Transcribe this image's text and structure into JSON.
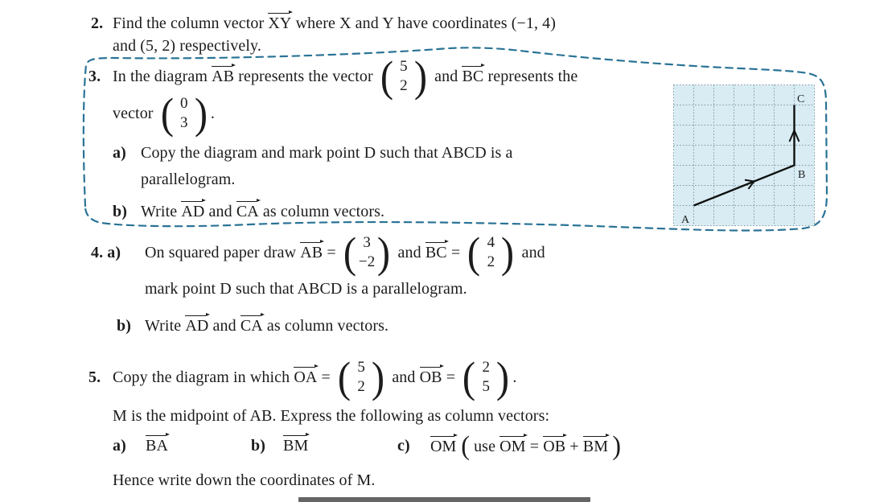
{
  "colors": {
    "dashed_loop": "#2a7396",
    "grid_bg": "#d9ecf4",
    "grid_line": "#7f9aa6",
    "ink": "#1c1c1c",
    "diagram_line": "#111111"
  },
  "p2": {
    "num": "2.",
    "l1_pre": "Find the column vector ",
    "vec_xy": "XY",
    "l1_post": " where X and Y have coordinates (−1, 4)",
    "l2": "and (5, 2) respectively."
  },
  "p3": {
    "num": "3.",
    "l1_pre": "In the diagram ",
    "vec_ab": "AB",
    "l1_mid": " represents the vector ",
    "cvec1_top": "5",
    "cvec1_bot": "2",
    "l1_mid2": " and ",
    "vec_bc": "BC",
    "l1_post": " represents the",
    "l2_pre": "vector ",
    "cvec2_top": "0",
    "cvec2_bot": "3",
    "l2_post": ".",
    "a_label": "a)",
    "a_line1": "Copy the diagram and mark point D such that ABCD is a",
    "a_line2": "parallelogram.",
    "b_label": "b)",
    "b_pre": "Write ",
    "vec_ad": "AD",
    "b_mid": " and ",
    "vec_ca": "CA",
    "b_post": " as column vectors."
  },
  "p4": {
    "num": "4. a)",
    "l1_pre": "On squared paper draw ",
    "vec_ab": "AB",
    "eq1": " = ",
    "cvec1_top": "3",
    "cvec1_bot": "−2",
    "l1_mid": " and ",
    "vec_bc": "BC",
    "eq2": " = ",
    "cvec2_top": "4",
    "cvec2_bot": "2",
    "l1_post": " and",
    "l2": "mark point D such that ABCD is a parallelogram.",
    "b_label": "b)",
    "b_pre": "Write ",
    "vec_ad": "AD",
    "b_mid": " and ",
    "vec_ca": "CA",
    "b_post": " as column vectors."
  },
  "p5": {
    "num": "5.",
    "l1_pre": "Copy the diagram in which ",
    "vec_oa": "OA",
    "eq1": " = ",
    "cvec1_top": "5",
    "cvec1_bot": "2",
    "l1_mid": " and ",
    "vec_ob": "OB",
    "eq2": " = ",
    "cvec2_top": "2",
    "cvec2_bot": "5",
    "l1_post": ".",
    "l2": "M is the midpoint of AB. Express the following as column vectors:",
    "a_label": "a)",
    "a_vec": "BA",
    "b_label": "b)",
    "b_vec": "BM",
    "c_label": "c)",
    "c_vec": "OM",
    "c_use": " use ",
    "c_om": "OM",
    "c_eq": " = ",
    "c_ob": "OB",
    "c_plus": " + ",
    "c_bm": "BM",
    "hence": "Hence write down the coordinates of M."
  },
  "diagram": {
    "label_a": "A",
    "label_b": "B",
    "label_c": "C",
    "grid_cols": 7,
    "grid_rows": 7,
    "points": {
      "A": [
        1,
        6
      ],
      "B": [
        6,
        4
      ],
      "C": [
        6,
        1
      ]
    },
    "vector_AB": [
      5,
      -2
    ],
    "vector_BC": [
      0,
      3
    ]
  }
}
